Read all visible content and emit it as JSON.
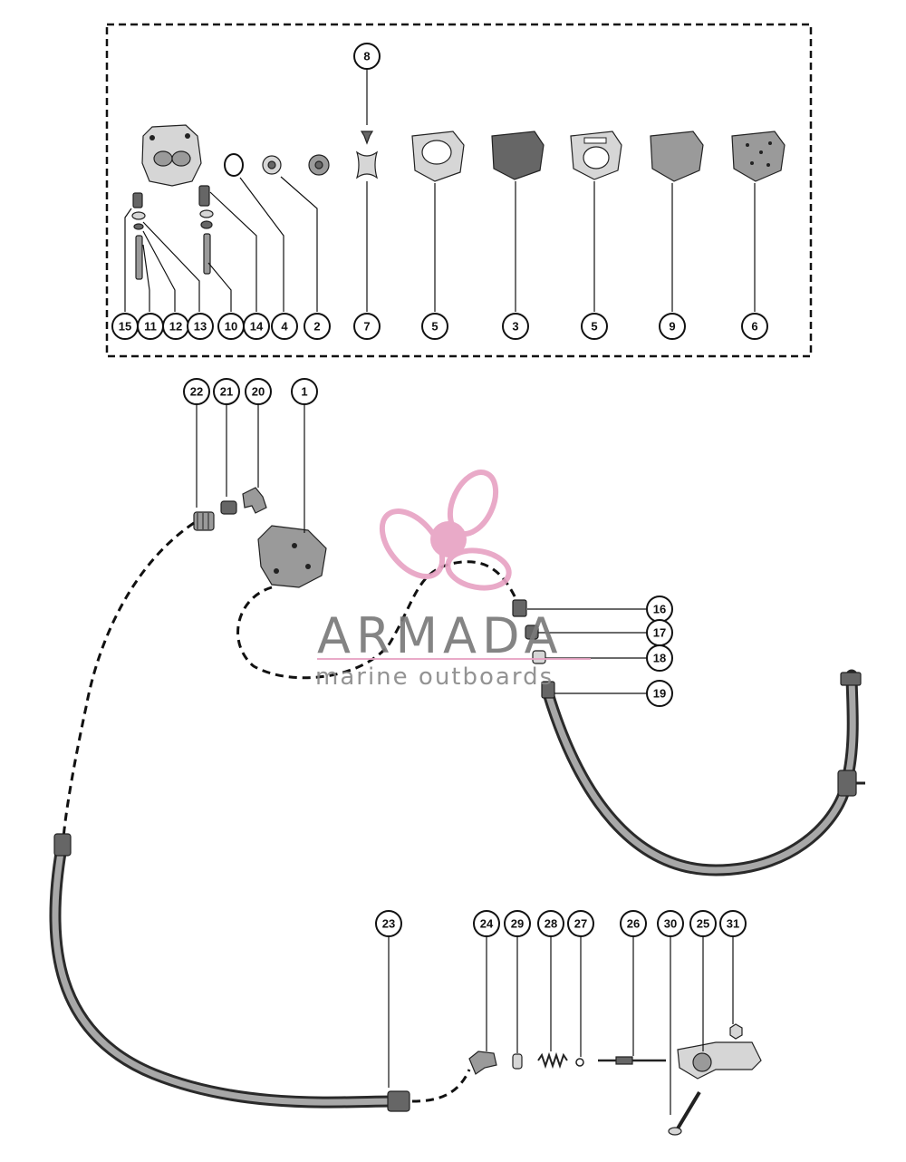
{
  "watermark": {
    "brand": "ARMADA",
    "tagline": "marine outboards",
    "color": "#e8a3c4"
  },
  "callouts": {
    "c1": "1",
    "c2": "2",
    "c3": "3",
    "c4": "4",
    "c5a": "5",
    "c5b": "5",
    "c6": "6",
    "c7": "7",
    "c8": "8",
    "c9": "9",
    "c10": "10",
    "c11": "11",
    "c12": "12",
    "c13": "13",
    "c14": "14",
    "c15": "15",
    "c16": "16",
    "c17": "17",
    "c18": "18",
    "c19": "19",
    "c20": "20",
    "c21": "21",
    "c22": "22",
    "c23": "23",
    "c24": "24",
    "c25": "25",
    "c26": "26",
    "c27": "27",
    "c28": "28",
    "c29": "29",
    "c30": "30",
    "c31": "31"
  }
}
